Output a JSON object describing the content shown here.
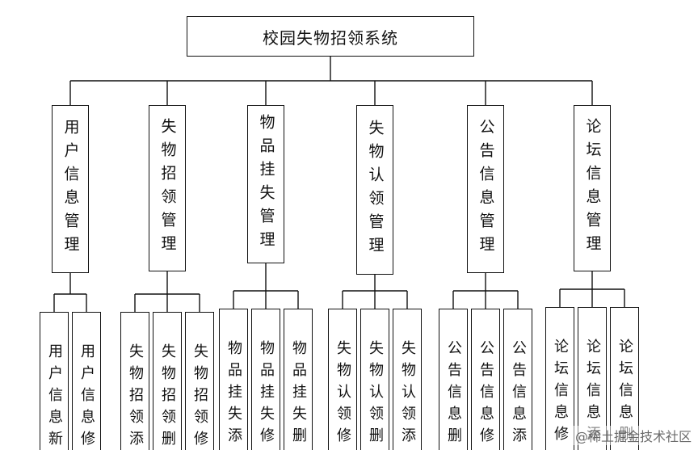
{
  "diagram": {
    "root": "校园失物招领系统",
    "modules": [
      {
        "label": "用户信息管理",
        "children": [
          "用户信息新",
          "用户信息修"
        ]
      },
      {
        "label": "失物招领管理",
        "children": [
          "失物招领添",
          "失物招领删",
          "失物招领修"
        ]
      },
      {
        "label": "物品挂失管理",
        "children": [
          "物品挂失添",
          "物品挂失修",
          "物品挂失删"
        ]
      },
      {
        "label": "失物认领管理",
        "children": [
          "失物认领修",
          "失物认领删",
          "失物认领添"
        ]
      },
      {
        "label": "公告信息管理",
        "children": [
          "公告信息删",
          "公告信息修",
          "公告信息添"
        ]
      },
      {
        "label": "论坛信息管理",
        "children": [
          "论坛信息修",
          "论坛信息添",
          "论坛信息删"
        ]
      }
    ]
  },
  "watermark": "@稀土掘金技术社区"
}
